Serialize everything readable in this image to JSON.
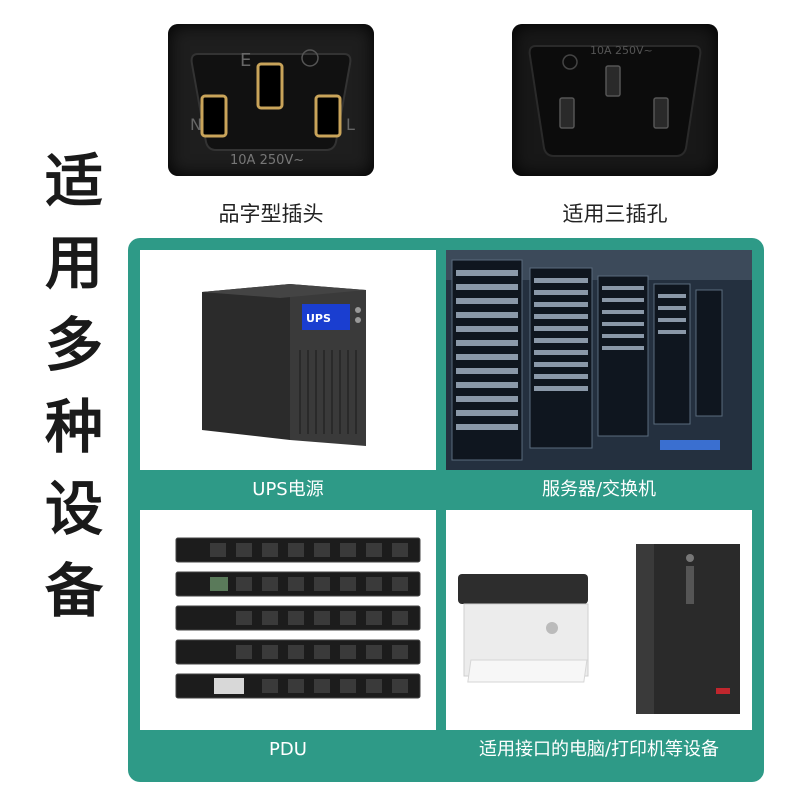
{
  "vertical_title": [
    "适",
    "用",
    "多",
    "种",
    "设",
    "备"
  ],
  "plugs": [
    {
      "caption": "品字型插头",
      "letters": {
        "top": "E",
        "left": "N",
        "right": "L"
      },
      "rating": "10A  250V~"
    },
    {
      "caption": "适用三插孔",
      "rating": "10A  250V~"
    }
  ],
  "cells": [
    {
      "label": "UPS电源",
      "screen_text": "UPS"
    },
    {
      "label": "服务器/交换机"
    },
    {
      "label": "PDU"
    },
    {
      "label": "适用接口的电脑/打印机等设备"
    }
  ],
  "colors": {
    "accent": "#2e9a87",
    "title": "#1a1a1a",
    "plug_body": "#1e1e1e"
  }
}
